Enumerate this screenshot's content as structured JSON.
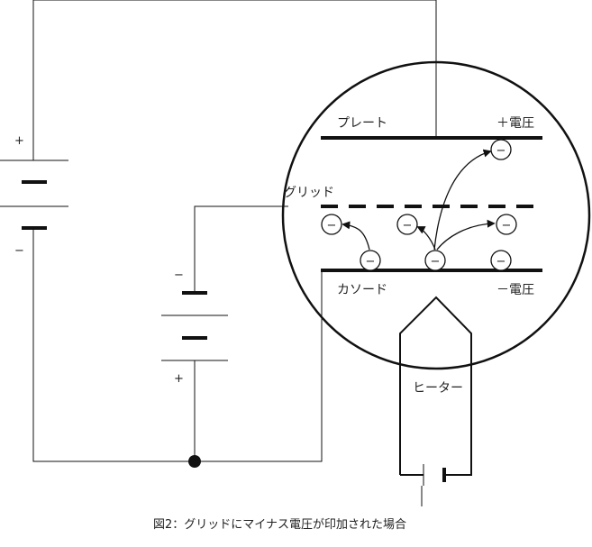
{
  "labels": {
    "plate": "プレート",
    "plate_voltage": "＋電圧",
    "grid": "グリッド",
    "cathode": "カソード",
    "cathode_voltage": "－電圧",
    "heater": "ヒーター"
  },
  "battery_left": {
    "plus": "+",
    "minus": "−"
  },
  "battery_grid": {
    "minus": "−",
    "plus": "+"
  },
  "electron_symbol": "−",
  "caption": "図2：グリッドにマイナス電圧が印加された場合"
}
